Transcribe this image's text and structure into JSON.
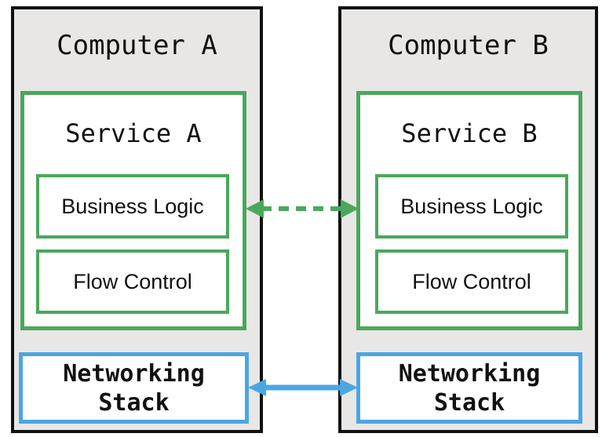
{
  "colors": {
    "green": "#4aa85c",
    "blue": "#4ba6e4",
    "border": "#111111",
    "computer_bg": "#e8e7e6",
    "text": "#111111",
    "page_bg": "#ffffff"
  },
  "computers": [
    {
      "title": "Computer A",
      "service": {
        "title": "Service A",
        "modules": [
          "Business Logic",
          "Flow Control"
        ]
      },
      "networking_stack": [
        "Networking",
        "Stack"
      ]
    },
    {
      "title": "Computer B",
      "service": {
        "title": "Service B",
        "modules": [
          "Business Logic",
          "Flow Control"
        ]
      },
      "networking_stack": [
        "Networking",
        "Stack"
      ]
    }
  ],
  "connections": [
    {
      "from": "Service A",
      "to": "Service B",
      "level": "business-logic",
      "style": "dashed",
      "direction": "bidirectional",
      "color_name": "green"
    },
    {
      "from": "Networking Stack A",
      "to": "Networking Stack B",
      "level": "networking",
      "style": "solid",
      "direction": "bidirectional",
      "color_name": "blue"
    }
  ]
}
